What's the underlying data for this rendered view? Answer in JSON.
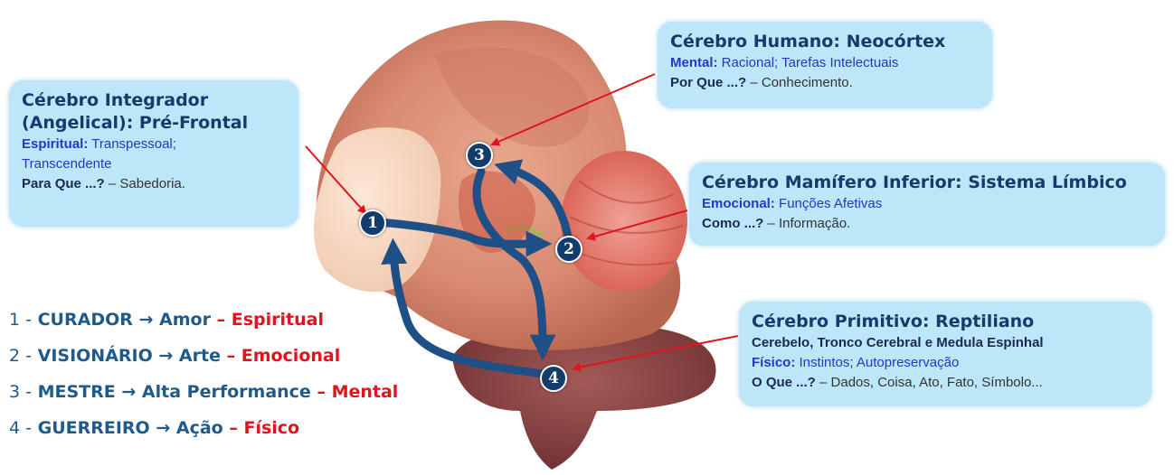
{
  "boxes": {
    "prefrontal": {
      "title_line1": "Cérebro Integrador",
      "title_line2": "(Angelical): Pré-Frontal",
      "label1": "Espiritual:",
      "text1a": " Transpessoal;",
      "text1b": "Transcendente",
      "label2": "Para Que ...?",
      "text2": " – Sabedoria."
    },
    "neocortex": {
      "title": "Cérebro Humano: Neocórtex",
      "label1": "Mental:",
      "text1": " Racional; Tarefas Intelectuais",
      "label2": "Por Que ...?",
      "text2": " – Conhecimento."
    },
    "limbico": {
      "title": "Cérebro Mamífero Inferior: Sistema Límbico",
      "label1": "Emocional:",
      "text1": " Funções Afetivas",
      "label2": "Como ...?",
      "text2": " – Informação."
    },
    "reptiliano": {
      "title": "Cérebro Primitivo: Reptiliano",
      "line1": "Cerebelo, Tronco Cerebral e Medula Espinhal",
      "label2": "Físico:",
      "text2": " Instintos; Autopreservação",
      "label3": "O Que ...?",
      "text3": " – Dados, Coisa, Ato, Fato, Símbolo..."
    }
  },
  "legend": [
    {
      "num": "1 -",
      "role": "CURADOR",
      "arrow": "→",
      "value": "Amor",
      "dash": "–",
      "domain": "Espiritual"
    },
    {
      "num": "2 -",
      "role": "VISIONÁRIO",
      "arrow": "→",
      "value": "Arte",
      "dash": "–",
      "domain": "Emocional"
    },
    {
      "num": "3 -",
      "role": "MESTRE",
      "arrow": "→",
      "value": "Alta Performance",
      "dash": "–",
      "domain": "Mental"
    },
    {
      "num": "4 -",
      "role": "GUERREIRO",
      "arrow": "→",
      "value": "Ação",
      "dash": "–",
      "domain": "Físico"
    }
  ],
  "markers": [
    "1",
    "2",
    "3",
    "4"
  ],
  "colors": {
    "box_bg": "#bde6f8",
    "title": "#123c6b",
    "label_blue": "#1f39c8",
    "legend_blue": "#1f5a8a",
    "legend_red": "#e0141c",
    "cycle_arrow": "#1e4f86",
    "pointer_arrow": "#e0141c"
  }
}
